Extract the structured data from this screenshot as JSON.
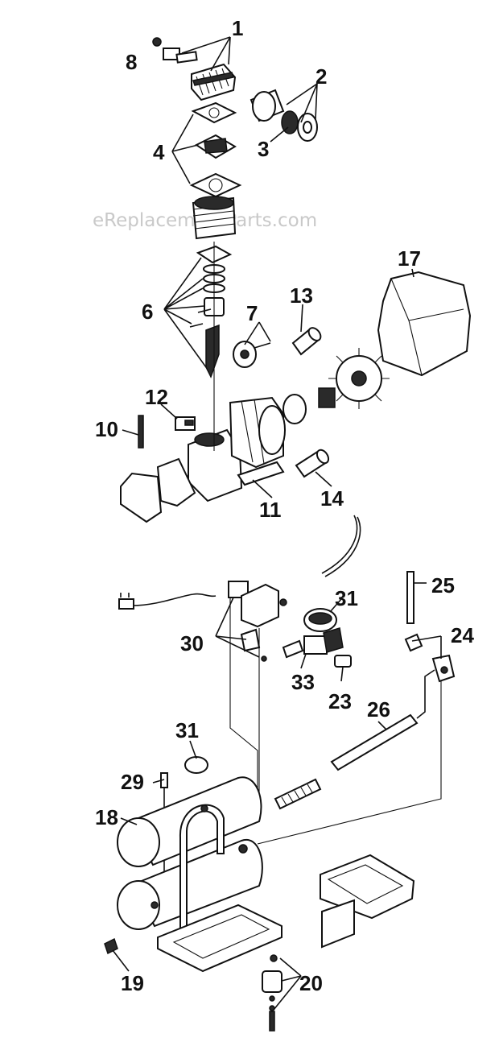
{
  "watermark": "eReplacementParts.com",
  "callouts": [
    {
      "id": "1",
      "label": "1"
    },
    {
      "id": "2",
      "label": "2"
    },
    {
      "id": "3",
      "label": "3"
    },
    {
      "id": "4",
      "label": "4"
    },
    {
      "id": "6",
      "label": "6"
    },
    {
      "id": "7",
      "label": "7"
    },
    {
      "id": "8",
      "label": "8"
    },
    {
      "id": "10",
      "label": "10"
    },
    {
      "id": "11",
      "label": "11"
    },
    {
      "id": "12",
      "label": "12"
    },
    {
      "id": "13",
      "label": "13"
    },
    {
      "id": "14",
      "label": "14"
    },
    {
      "id": "17",
      "label": "17"
    },
    {
      "id": "18",
      "label": "18"
    },
    {
      "id": "19",
      "label": "19"
    },
    {
      "id": "20",
      "label": "20"
    },
    {
      "id": "23",
      "label": "23"
    },
    {
      "id": "24",
      "label": "24"
    },
    {
      "id": "25",
      "label": "25"
    },
    {
      "id": "26",
      "label": "26"
    },
    {
      "id": "29",
      "label": "29"
    },
    {
      "id": "30",
      "label": "30"
    },
    {
      "id": "31a",
      "label": "31"
    },
    {
      "id": "31b",
      "label": "31"
    },
    {
      "id": "33",
      "label": "33"
    }
  ]
}
